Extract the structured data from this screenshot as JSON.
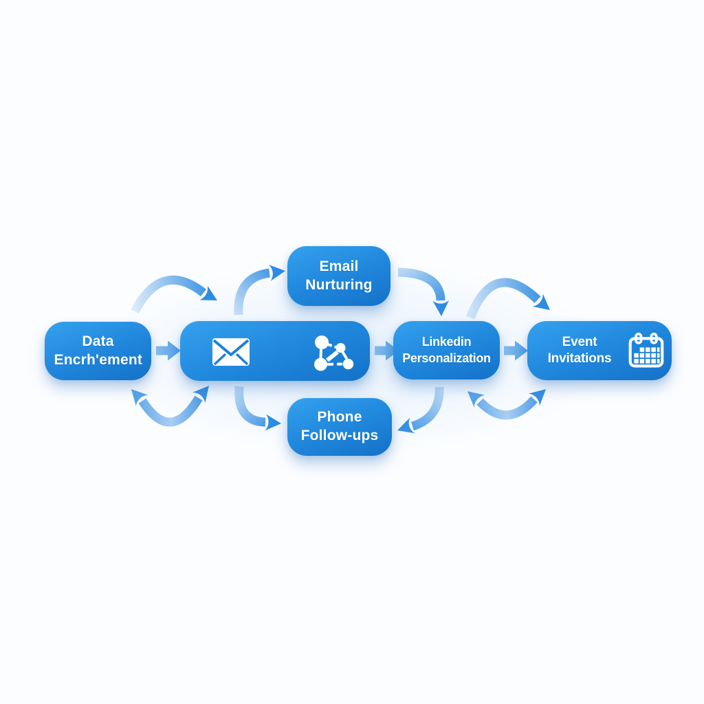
{
  "diagram": {
    "background_color": "#fcfdff",
    "node_fill_top": "#35a1ee",
    "node_fill_bottom": "#1471c8",
    "arrow_color_light": "#d9eafa",
    "arrow_color_dark": "#2e8ce2",
    "text_color": "#ffffff",
    "nodes": [
      {
        "id": "data-enrichment",
        "label": "Data Encrh'ement"
      },
      {
        "id": "outreach-hub",
        "icons": [
          "envelope-icon",
          "network-icon"
        ]
      },
      {
        "id": "email-nurturing",
        "label": "Email Nurturing"
      },
      {
        "id": "phone-follow-ups",
        "label": "Phone Follow-ups"
      },
      {
        "id": "linkedin-personalization",
        "label": "Linkedin Personalization"
      },
      {
        "id": "event-invitations",
        "label": "Event Invitations",
        "icons": [
          "calendar-icon"
        ]
      }
    ],
    "edges": [
      {
        "from": "data-enrichment",
        "to": "outreach-hub",
        "type": "straight-arrow"
      },
      {
        "from": "outreach-hub",
        "to": "linkedin-personalization",
        "type": "straight-arrow"
      },
      {
        "from": "linkedin-personalization",
        "to": "event-invitations",
        "type": "straight-arrow"
      },
      {
        "from": "data-enrichment",
        "to": "outreach-hub",
        "type": "curved-arrow-over-top"
      },
      {
        "from": "outreach-hub",
        "to": "email-nurturing",
        "type": "curved-arrow-up"
      },
      {
        "from": "email-nurturing",
        "to": "linkedin-personalization",
        "type": "curved-arrow-down"
      },
      {
        "from": "linkedin-personalization",
        "to": "event-invitations",
        "type": "curved-arrow-over-top"
      },
      {
        "from": "data-enrichment",
        "to": "outreach-hub",
        "type": "curved-double-arrow-bottom"
      },
      {
        "from": "outreach-hub",
        "to": "phone-follow-ups",
        "type": "curved-arrow-down"
      },
      {
        "from": "linkedin-personalization",
        "to": "phone-follow-ups",
        "type": "curved-arrow-down"
      },
      {
        "from": "linkedin-personalization",
        "to": "event-invitations",
        "type": "curved-double-arrow-bottom"
      }
    ]
  }
}
